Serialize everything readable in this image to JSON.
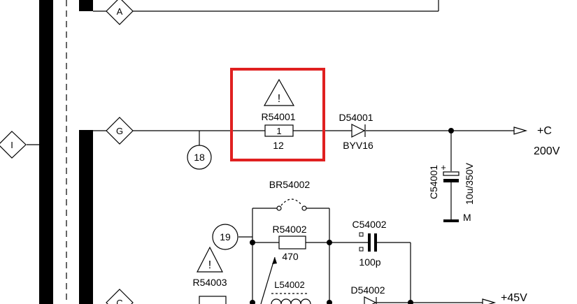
{
  "connectors": {
    "a": "A",
    "g": "G",
    "i": "I",
    "c": "C"
  },
  "nodes": {
    "n18": "18",
    "n19": "19"
  },
  "r54001": {
    "ref": "R54001",
    "value": "1",
    "pin": "12"
  },
  "d54001": {
    "ref": "D54001",
    "type": "BYV16"
  },
  "c54001": {
    "ref": "C54001",
    "value": "10u/350V",
    "plus": "+",
    "ground": "M"
  },
  "output_c": {
    "name": "+C",
    "voltage": "200V"
  },
  "br54002": {
    "ref": "BR54002"
  },
  "r54002": {
    "ref": "R54002",
    "value": "470"
  },
  "c54002": {
    "ref": "C54002",
    "value": "100p"
  },
  "r54003": {
    "ref": "R54003"
  },
  "l54002": {
    "ref": "L54002"
  },
  "d54002": {
    "ref": "D54002"
  },
  "output_45": {
    "voltage": "+45V"
  },
  "warning_symbol": "!",
  "highlight_color": "#e02020"
}
